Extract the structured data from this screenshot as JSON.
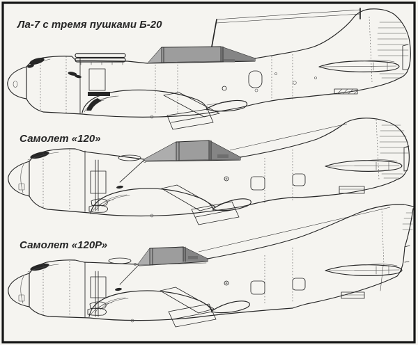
{
  "figure": {
    "description": "Three side-profile technical drawings of Lavochkin fighter variants",
    "panels": [
      {
        "id": "la7-3xb20",
        "label": "Ла-7 с тремя пушками Б-20"
      },
      {
        "id": "samolet-120",
        "label": "Самолет «120»"
      },
      {
        "id": "samolet-120r",
        "label": "Самолет «120Р»"
      }
    ]
  },
  "colors": {
    "paper": "#f5f4f0",
    "ink": "#262626",
    "soft": "#4a4a4a",
    "frame": "#151515",
    "canopy": "#9d9d9d",
    "canopy_light": "#adadad",
    "canopy_dark": "#858585",
    "canopy_vent": "#6e6e6e"
  }
}
